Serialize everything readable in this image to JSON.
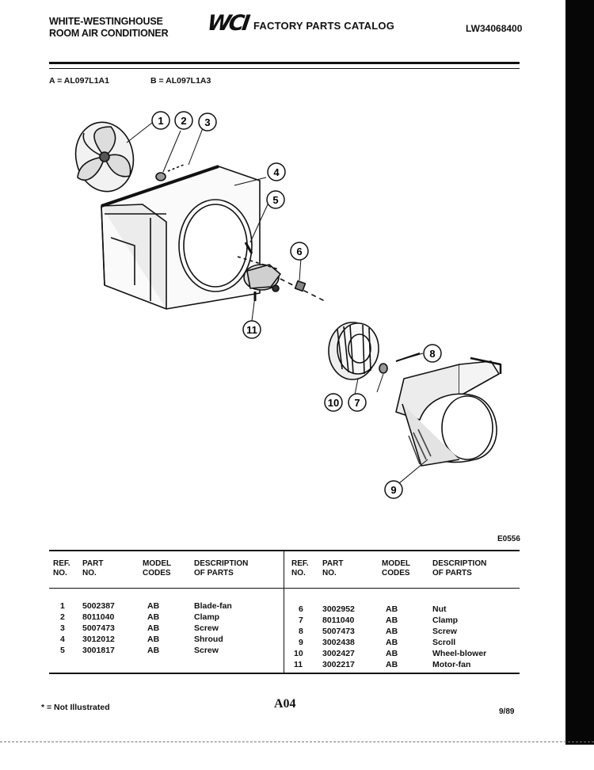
{
  "header": {
    "brand_line1": "WHITE-WESTINGHOUSE",
    "brand_line2": "ROOM AIR CONDITIONER",
    "logo": "WCI",
    "catalog_title": "FACTORY PARTS CATALOG",
    "doc_number": "LW34068400"
  },
  "models": {
    "a": "A = AL097L1A1",
    "b": "B = AL097L1A3"
  },
  "diagram": {
    "code": "E0556",
    "callouts": [
      "1",
      "2",
      "3",
      "4",
      "5",
      "6",
      "7",
      "8",
      "9",
      "10",
      "11"
    ]
  },
  "table": {
    "headers": {
      "ref": [
        "REF.",
        "NO."
      ],
      "part": [
        "PART",
        "NO."
      ],
      "model": [
        "MODEL",
        "CODES"
      ],
      "desc": [
        "DESCRIPTION",
        "OF PARTS"
      ]
    },
    "left": [
      {
        "ref": "1",
        "part": "5002387",
        "codes": "AB",
        "desc": "Blade-fan"
      },
      {
        "ref": "2",
        "part": "8011040",
        "codes": "AB",
        "desc": "Clamp"
      },
      {
        "ref": "3",
        "part": "5007473",
        "codes": "AB",
        "desc": "Screw"
      },
      {
        "ref": "4",
        "part": "3012012",
        "codes": "AB",
        "desc": "Shroud"
      },
      {
        "ref": "5",
        "part": "3001817",
        "codes": "AB",
        "desc": "Screw"
      }
    ],
    "right": [
      {
        "ref": "6",
        "part": "3002952",
        "codes": "AB",
        "desc": "Nut"
      },
      {
        "ref": "7",
        "part": "8011040",
        "codes": "AB",
        "desc": "Clamp"
      },
      {
        "ref": "8",
        "part": "5007473",
        "codes": "AB",
        "desc": "Screw"
      },
      {
        "ref": "9",
        "part": "3002438",
        "codes": "AB",
        "desc": "Scroll"
      },
      {
        "ref": "10",
        "part": "3002427",
        "codes": "AB",
        "desc": "Wheel-blower"
      },
      {
        "ref": "11",
        "part": "3002217",
        "codes": "AB",
        "desc": "Motor-fan"
      }
    ]
  },
  "footer": {
    "note": "* = Not Illustrated",
    "page_code": "A04",
    "date": "9/89"
  }
}
